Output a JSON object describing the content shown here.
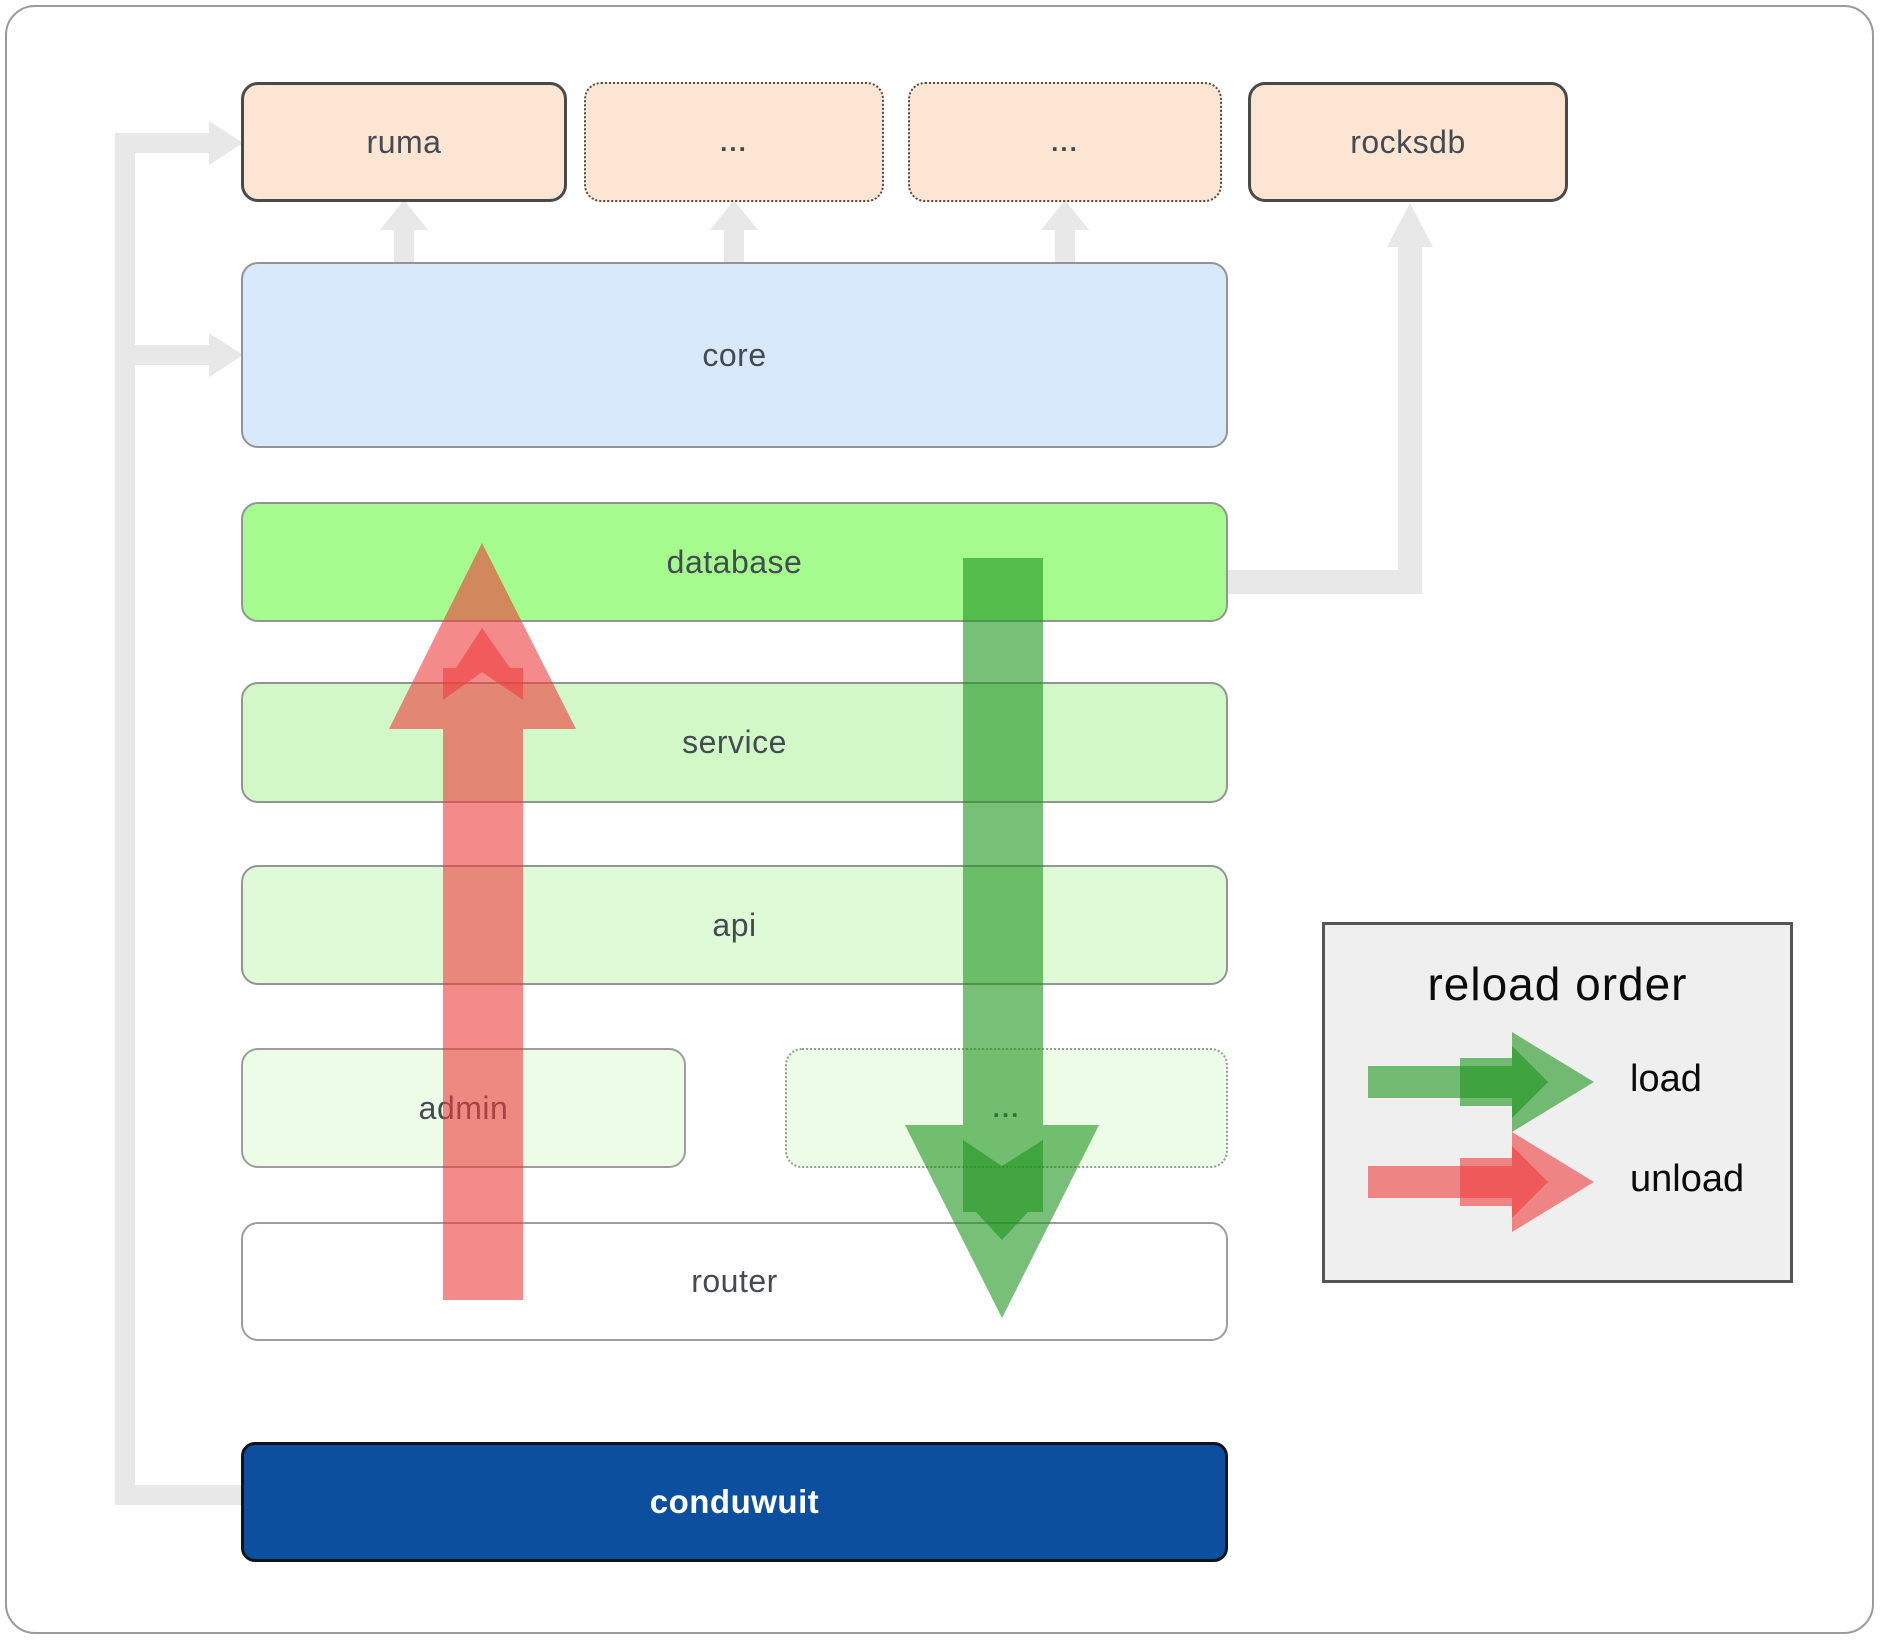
{
  "boxes": {
    "ruma": "ruma",
    "dots_top_1": "...",
    "dots_top_2": "...",
    "rocksdb": "rocksdb",
    "core": "core",
    "database": "database",
    "service": "service",
    "api": "api",
    "admin": "admin",
    "admin_dots": "...",
    "router": "router",
    "conduwuit": "conduwuit"
  },
  "legend": {
    "title": "reload order",
    "load_label": "load",
    "unload_label": "unload"
  },
  "colors": {
    "load_arrow_green": "#1e941e",
    "unload_arrow_red": "#ee3c3c",
    "connector_gray": "#e8e8e8",
    "crate_peach": "#fce5d3",
    "core_blue": "#d7e9fb",
    "database_green": "#a5fb8e",
    "service_green": "#d2f8c8",
    "api_green": "#defad6",
    "admin_green": "#ecfce7",
    "conduwuit_blue": "#0d4f9f",
    "legend_background": "#efefef"
  }
}
